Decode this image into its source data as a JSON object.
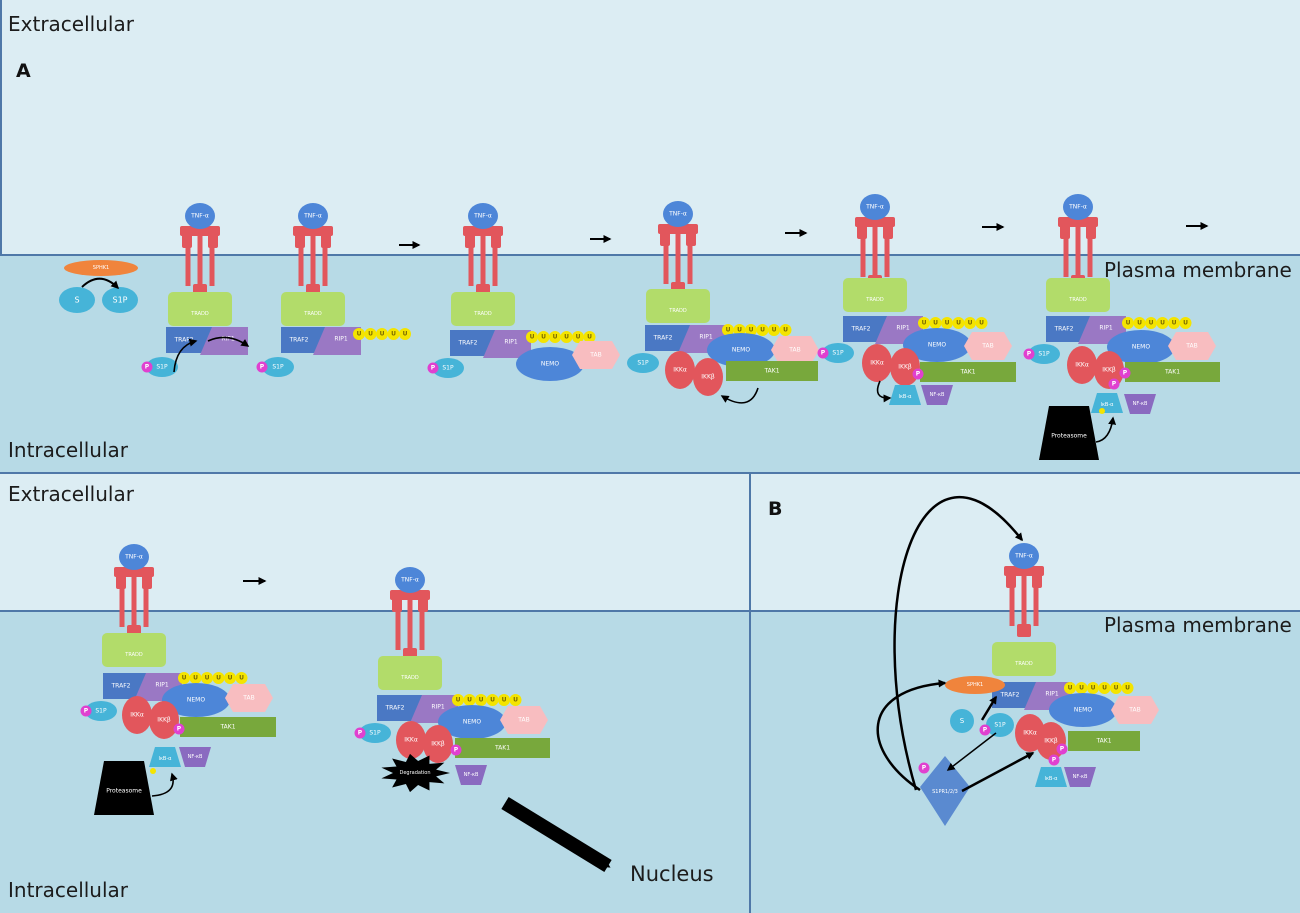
{
  "regions": {
    "extracellular": "Extracellular",
    "intracellular": "Intracellular",
    "plasma_membrane": "Plasma membrane",
    "nucleus": "Nucleus"
  },
  "panels": {
    "a": "A",
    "b": "B"
  },
  "molecules": {
    "tnf": "TNF-α",
    "tradd": "TRADD",
    "traf2": "TRAF2",
    "rip1": "RIP1",
    "nemo": "NEMO",
    "tab": "TAB",
    "tak1": "TAK1",
    "ikka": "IKKα",
    "ikkb": "IKKβ",
    "ikba": "IκB-α",
    "nfkb": "NF-κB",
    "sphk1": "SPHK1",
    "s": "S",
    "s1p": "S1P",
    "p": "P",
    "u": "U",
    "proteasome": "Proteasome",
    "degradation": "Degradation",
    "s1pr": "S1PR1/2/3"
  },
  "colors": {
    "extracellular": "#dcedf3",
    "intracellular": "#b7dae6",
    "panel_border": "#4f78a8",
    "tnf": "#4d86d8",
    "receptor": "#e2565c",
    "tradd": "#b2dc6a",
    "traf2": "#4a78c4",
    "rip1": "#9a78c4",
    "nemo": "#4d86d8",
    "tab": "#f8bdc0",
    "tak1": "#78a83c",
    "ikk": "#e2565c",
    "ikba": "#46b4d8",
    "nfkb": "#8a6ac0",
    "sphk1": "#f0843c",
    "s1p": "#46b4d8",
    "phospho": "#e040d0",
    "ubiquitin": "#f4e400",
    "proteasome": "#000000",
    "s1pr": "#5a8ad0"
  }
}
